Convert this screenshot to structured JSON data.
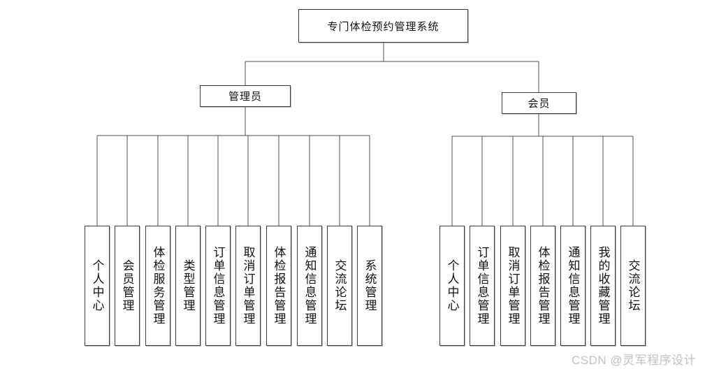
{
  "diagram": {
    "root": {
      "label": "专门体检预约管理系统"
    },
    "admin": {
      "label": "管理员",
      "children": [
        "个人中心",
        "会员管理",
        "体检服务管理",
        "类型管理",
        "订单信息管理",
        "取消订单管理",
        "体检报告管理",
        "通知信息管理",
        "交流论坛",
        "系统管理"
      ]
    },
    "member": {
      "label": "会员",
      "children": [
        "个人中心",
        "订单信息管理",
        "取消订单管理",
        "体检报告管理",
        "通知信息管理",
        "我的收藏管理",
        "交流论坛"
      ]
    },
    "colors": {
      "line": "#4d4d4d",
      "border": "#3e3e3e",
      "text": "#111111",
      "watermark": "#c6c6ca"
    }
  },
  "watermark": {
    "text": "CSDN @灵军程序设计"
  }
}
